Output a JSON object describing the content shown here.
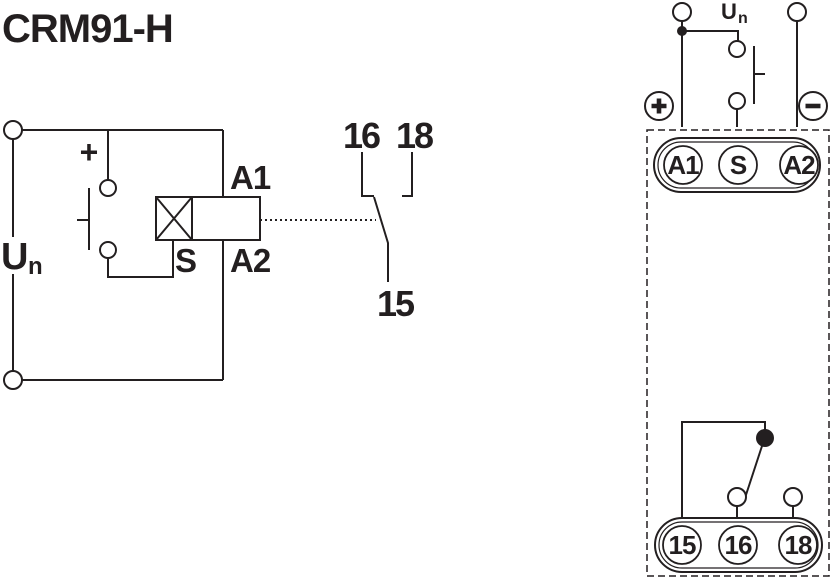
{
  "title": "CRM91-H",
  "colors": {
    "ink": "#231f20",
    "background": "#ffffff"
  },
  "schematic": {
    "supply": {
      "label_base": "U",
      "label_sub": "n",
      "polarity": "+"
    },
    "coil": {
      "terminal_top": "A1",
      "terminal_bottom": "A2",
      "terminal_control": "S"
    },
    "output_contact": {
      "terminal_left": "16",
      "terminal_right": "18",
      "terminal_common": "15"
    }
  },
  "terminal_block": {
    "supply_label_base": "U",
    "supply_label_sub": "n",
    "polarity_positive": "+",
    "polarity_negative": "−",
    "top_terminals": [
      "A1",
      "S",
      "A2"
    ],
    "bottom_terminals": [
      "15",
      "16",
      "18"
    ]
  }
}
